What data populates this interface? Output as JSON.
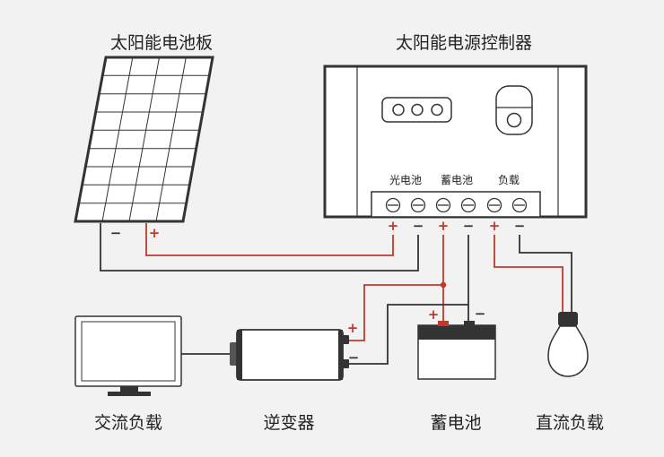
{
  "titles": {
    "solar_panel": "太阳能电池板",
    "controller": "太阳能电源控制器"
  },
  "controller_terminals": {
    "pv": "光电池",
    "battery": "蓄电池",
    "load": "负载"
  },
  "bottom_labels": {
    "ac_load": "交流负载",
    "inverter": "逆变器",
    "battery": "蓄电池",
    "dc_load": "直流负载"
  },
  "signs": {
    "plus": "+",
    "minus": "−"
  },
  "colors": {
    "wire_positive": "#c0392b",
    "wire_negative": "#333333",
    "background": "#f2f2f2"
  }
}
